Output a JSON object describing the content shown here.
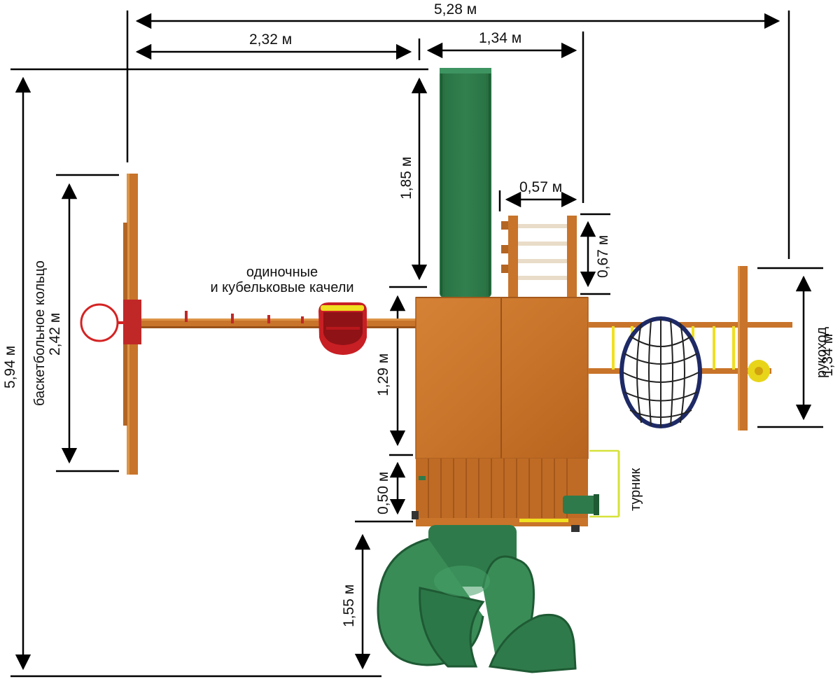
{
  "dimensions": {
    "total_width": "5,28 м",
    "left_width": "2,32 м",
    "right_width": "1,34 м",
    "total_depth": "5,94 м",
    "slide_top": "1,85 м",
    "ladder_width": "0,57 м",
    "ladder_depth": "0,67 м",
    "hoop_span": "2,42 м",
    "platform": "1,29 м",
    "lower_deck": "0,50 м",
    "spiral_slide": "1,55 м",
    "monkey_bars": "1,34 м"
  },
  "labels": {
    "swings_line1": "одиночные",
    "swings_line2": "и кубельковые качели",
    "basketball": "баскетбольное кольцо",
    "monkey_bars": "рукоход",
    "chin_bar": "турник"
  },
  "colors": {
    "wood": "#c8742a",
    "wood_dark": "#9a5118",
    "slide_green": "#2f7a4a",
    "hoop_red": "#d42323",
    "net_navy": "#1e2a66",
    "accent_yellow": "#f0e020",
    "line": "#000000"
  }
}
